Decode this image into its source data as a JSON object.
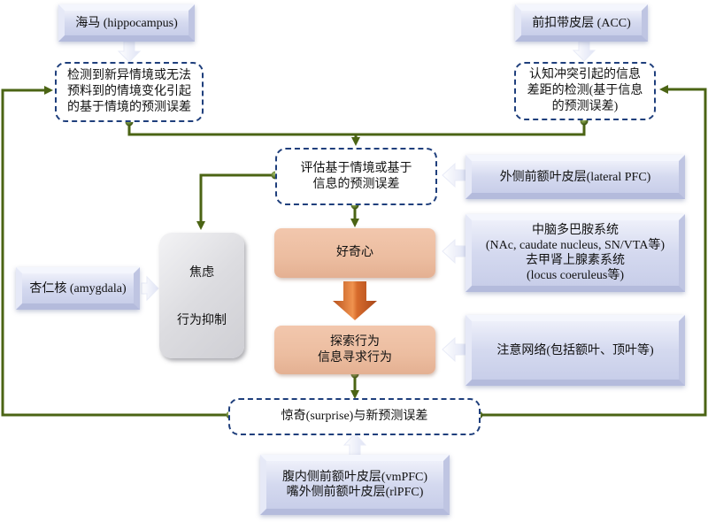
{
  "regions": {
    "hippocampus": "海马 (hippocampus)",
    "acc": "前扣带皮层 (ACC)",
    "lateral_pfc": "外侧前额叶皮层(lateral PFC)",
    "dopamine": [
      "中脑多巴胺系统",
      "(NAc, caudate nucleus, SN/VTA等)",
      "去甲肾上腺素系统",
      "(locus coeruleus等)"
    ],
    "amygdala": "杏仁核 (amygdala)",
    "attention": "注意网络(包括额叶、顶叶等)",
    "vmpfc": [
      "腹内侧前额叶皮层(vmPFC)",
      "嘴外侧前额叶皮层(rlPFC)"
    ]
  },
  "processes": {
    "context_error": [
      "检测到新异情境或无法",
      "预料到的情境变化引起",
      "的基于情境的预测误差"
    ],
    "info_error": [
      "认知冲突引起的信息",
      "差距的检测(基于信息",
      "的预测误差)"
    ],
    "evaluate": [
      "评估基于情境或基于",
      "信息的预测误差"
    ],
    "surprise": "惊奇(surprise)与新预测误差"
  },
  "states": {
    "curiosity": "好奇心",
    "exploration": [
      "探索行为",
      "信息寻求行为"
    ],
    "anxiety": "焦虑",
    "inhibition": "行为抑制"
  },
  "colors": {
    "connector": "#4b6414",
    "dashed_border": "#1f3f7c",
    "peach": "#ecbda0",
    "region": "#d4d9ef",
    "curiosity_arrow": "#d4682a",
    "anxiety_arrow": "#9a9aa0"
  }
}
